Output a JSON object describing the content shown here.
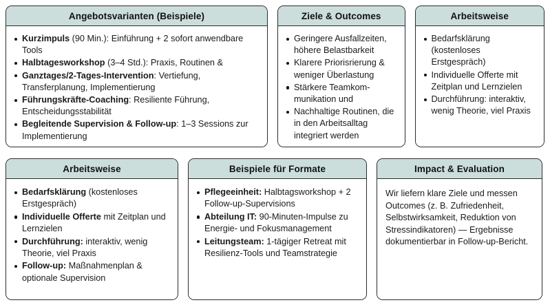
{
  "cards": {
    "angebotsvarianten": {
      "title": "Angebotsvarianten (Beispiele)",
      "items": [
        {
          "lead": "Kurzimpuls",
          "rest": " (90 Min.): Einführung + 2 sofort anwendbare Tools"
        },
        {
          "lead": "Halbtagesworkshop",
          "rest": " (3–4 Std.): Praxis, Routinen &"
        },
        {
          "lead": "Ganztages/2-Tages-Intervention",
          "rest": ": Vertiefung, Transferplanung, Implementierung"
        },
        {
          "lead": "Führungskräfte-Coaching",
          "rest": ": Resiliente Führung, Entscheidungsstabilität"
        },
        {
          "lead": "Begleitende Supervision & Follow-up",
          "rest": ": 1–3 Sessions zur Implementierung"
        }
      ]
    },
    "ziele_outcomes": {
      "title": "Ziele & Outcomes",
      "items": [
        {
          "lead": "",
          "rest": "Geringere Ausfallzeiten, höhere Belastbarkeit"
        },
        {
          "lead": "",
          "rest": "Klarere Priorisrierung & weniger Überlastung"
        },
        {
          "lead": "",
          "rest": "Stärkere Teamkom­munikation und"
        },
        {
          "lead": "",
          "rest": "Nachhaltige Routinen, die in den Arbeitsalltag integriert werden"
        }
      ]
    },
    "arbeitsweise_top": {
      "title": "Arbeitsweise",
      "items": [
        {
          "lead": "",
          "rest": "Bedarfsklärung (kostenloses Erstgespräch)"
        },
        {
          "lead": "",
          "rest": "Individuelle Offerte mit Zeitplan und Lernzielen"
        },
        {
          "lead": "",
          "rest": "Durchführung: interaktiv, wenig Theorie, viel Praxis"
        }
      ]
    },
    "arbeitsweise_bottom": {
      "title": "Arbeitsweise",
      "items": [
        {
          "lead": "Bedarfsklärung",
          "rest": " (kostenloses Erstgespräch)"
        },
        {
          "lead": "Individuelle Offerte",
          "rest": " mit Zeitplan und Lernzielen"
        },
        {
          "lead": "Durchführung:",
          "rest": " interaktiv, wenig Theorie, viel Praxis"
        },
        {
          "lead": "Follow-up:",
          "rest": " Maßnahmenplan & optionale Supervision"
        }
      ]
    },
    "beispiele_formate": {
      "title": "Beispiele für Formate",
      "items": [
        {
          "lead": "Pflegeeinheit:",
          "rest": " Halbtagsworkshop + 2 Follow-up-Supervisions"
        },
        {
          "lead": "Abteilung IT:",
          "rest": " 90-Minuten-Impulse zu Energie- und Fokusmanagement"
        },
        {
          "lead": "Leitungsteam:",
          "rest": " 1-tägiger Retreat mit Resilienz-Tools und Teamstrategie"
        }
      ]
    },
    "impact_evaluation": {
      "title": "Impact & Evaluation",
      "paragraph": "Wir liefern klare Ziele und messen Outcomes (z. B. Zufriedenheit, Selbstwirksamkeit, Reduktion von Stressindikatoren) — Ergebnisse dokumentierbar in Follow-up-Bericht."
    }
  },
  "colors": {
    "header_fill": "#ccdedc",
    "border": "#2b2b2b",
    "text": "#1a1a1a",
    "page_background": "#ffffff"
  }
}
